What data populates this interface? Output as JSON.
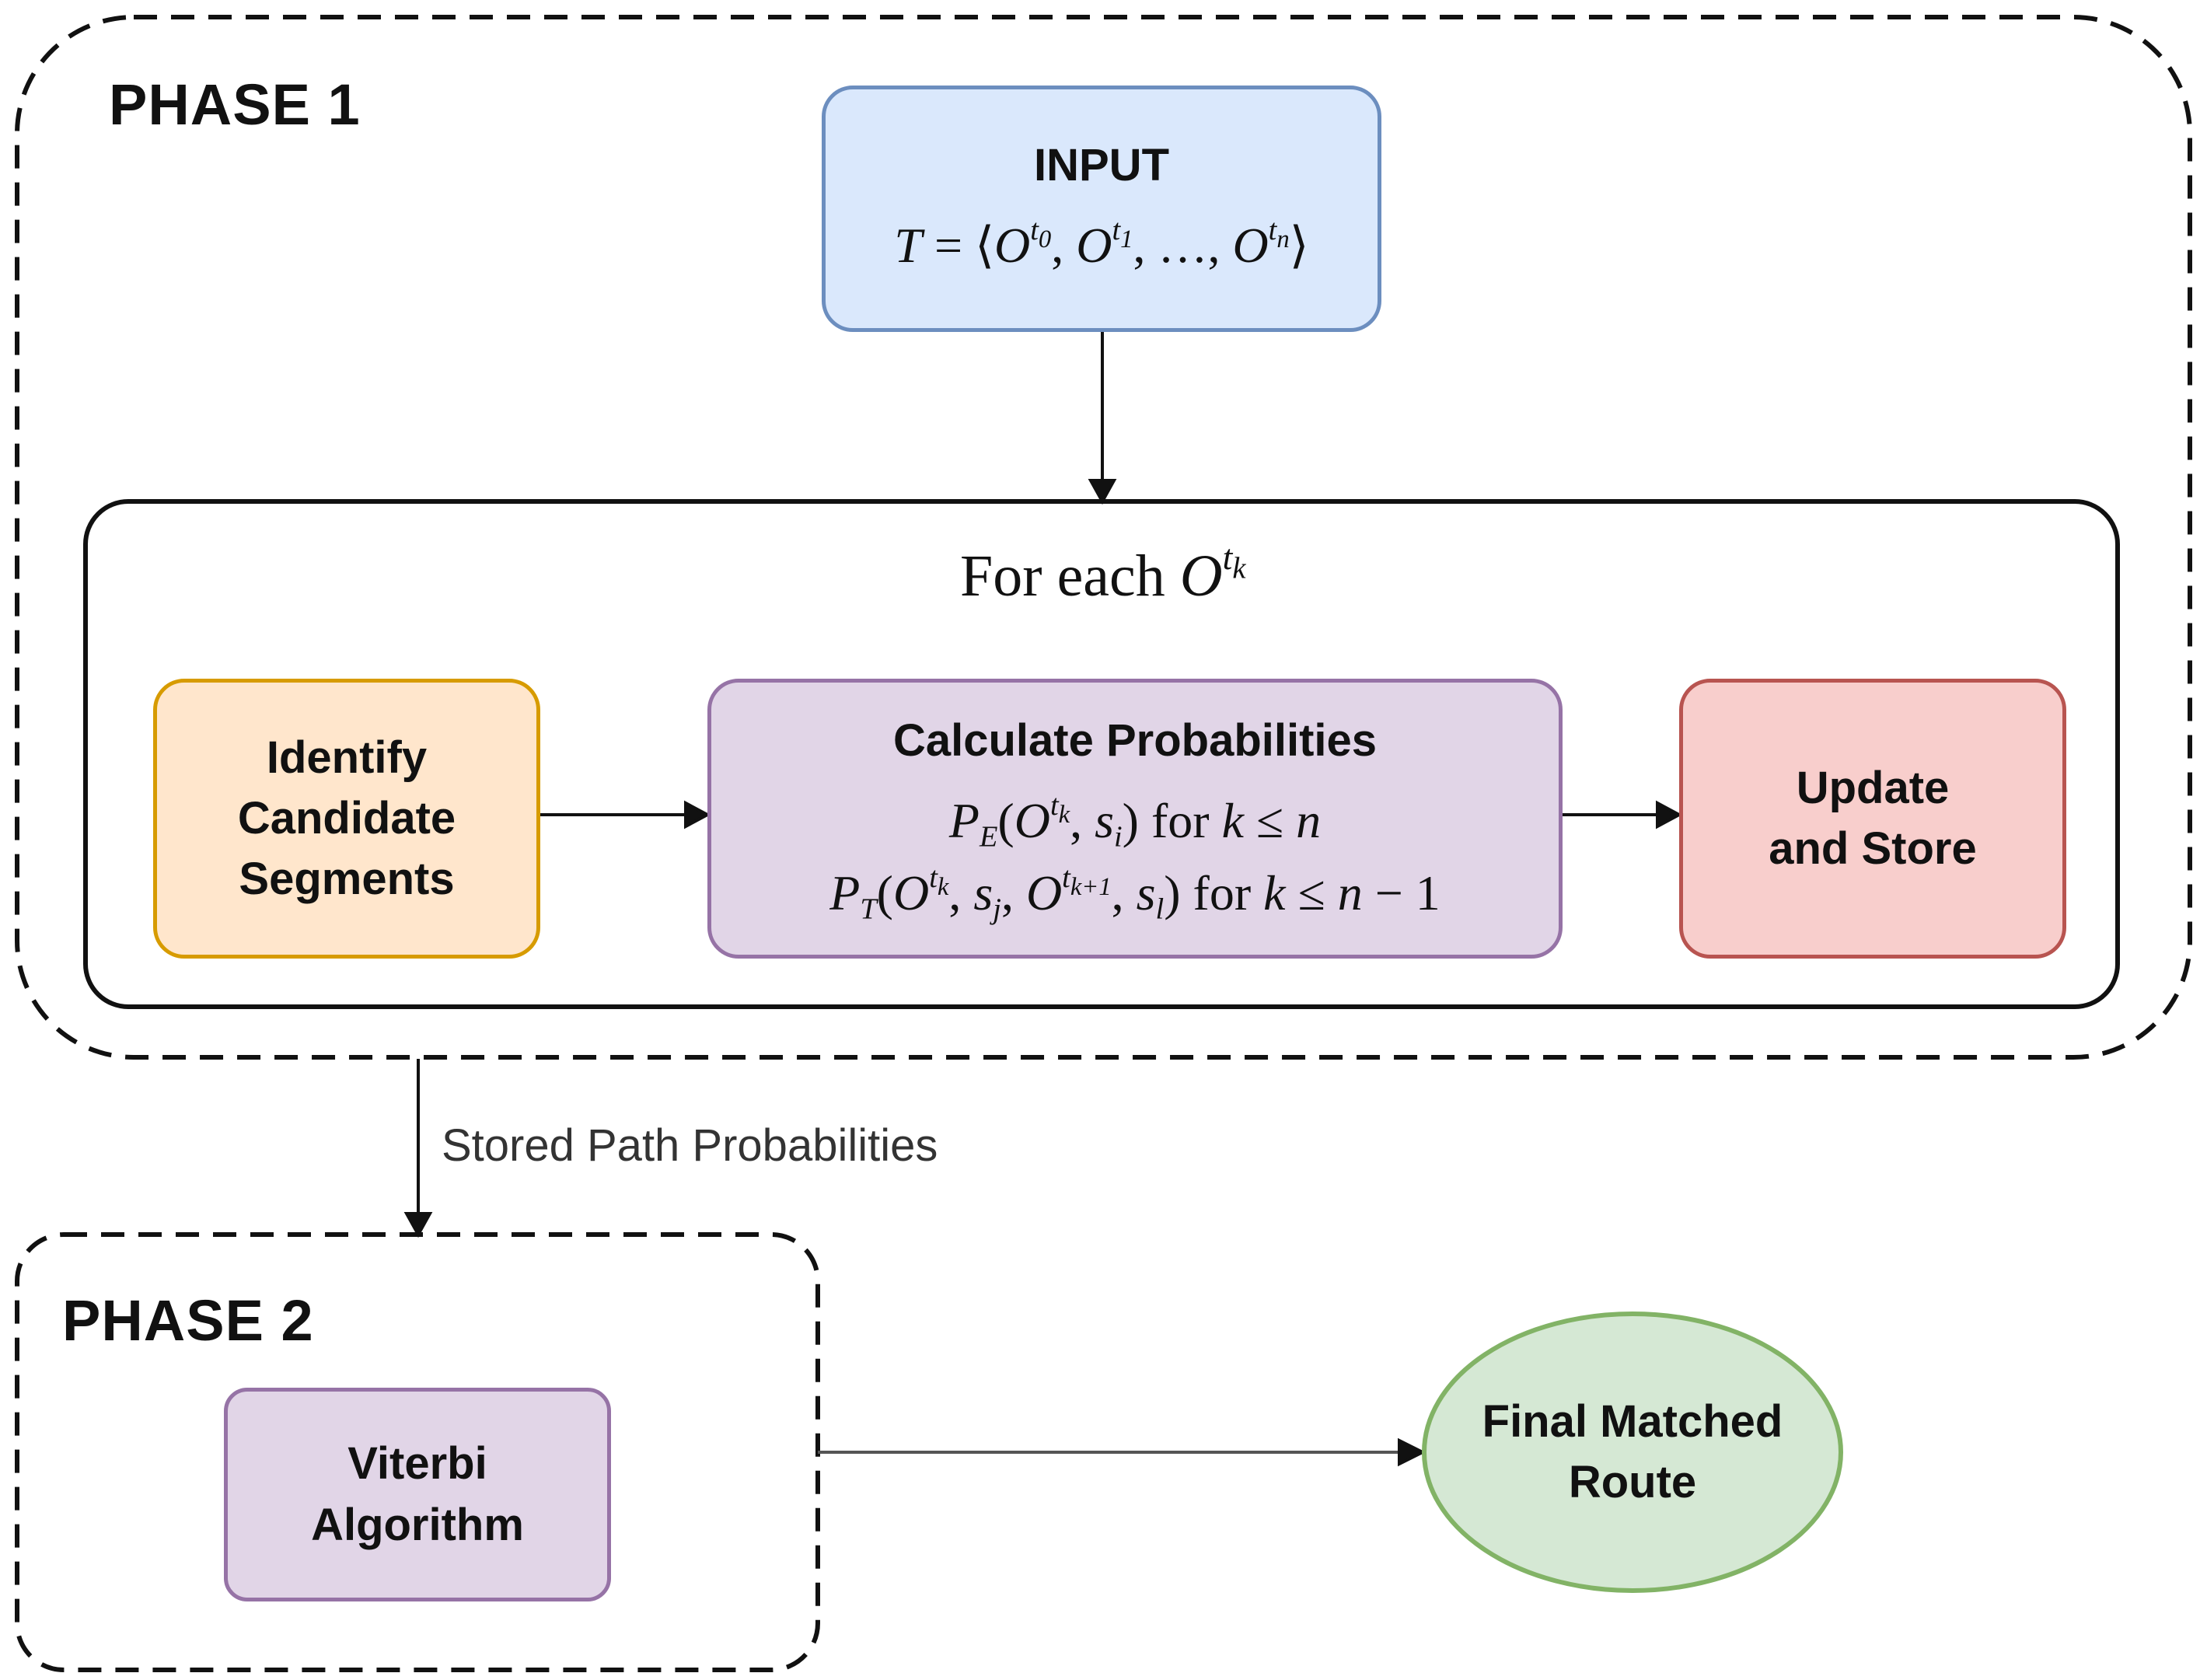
{
  "phase1": {
    "label": "PHASE 1"
  },
  "phase2": {
    "label": "PHASE 2"
  },
  "input": {
    "title": "INPUT",
    "formula": {
      "lhs": "T",
      "eq": "=",
      "open": "⟨",
      "o": "O",
      "t": "t",
      "sub0": "0",
      "sub1": "1",
      "subn": "n",
      "comma": ",",
      "dots": "…",
      "close": "⟩"
    }
  },
  "loop": {
    "title_prefix": "For each ",
    "o": "O",
    "t": "t",
    "k": "k"
  },
  "identify": {
    "line1": "Identify",
    "line2": "Candidate",
    "line3": "Segments"
  },
  "calculate": {
    "title": "Calculate Probabilities",
    "f1": {
      "p": "P",
      "sub": "E",
      "open": "(",
      "o": "O",
      "t": "t",
      "k": "k",
      "s": "s",
      "i": "i",
      "close": ")",
      "for": " for ",
      "cond_k": "k",
      "leq": "≤",
      "n": "n"
    },
    "f2": {
      "p": "P",
      "sub": "T",
      "open": "(",
      "o": "O",
      "t": "t",
      "k": "k",
      "s": "s",
      "j": "j",
      "k1": "k+1",
      "l": "l",
      "close": ")",
      "for": " for ",
      "cond_k": "k",
      "leq": "≤",
      "n": "n",
      "minus": "−",
      "one": "1"
    }
  },
  "update": {
    "line1": "Update",
    "line2": "and Store"
  },
  "edge_label": "Stored Path Probabilities",
  "viterbi": {
    "line1": "Viterbi",
    "line2": "Algorithm"
  },
  "final": {
    "line1": "Final Matched",
    "line2": "Route"
  },
  "colors": {
    "input_fill": "#dae8fc",
    "input_stroke": "#6c8ebf",
    "identify_fill": "#ffe6cc",
    "identify_stroke": "#d79b00",
    "calc_fill": "#e1d5e7",
    "calc_stroke": "#9673a6",
    "update_fill": "#f8cecc",
    "update_stroke": "#b85450",
    "final_fill": "#d5e8d4",
    "final_stroke": "#82b366"
  }
}
